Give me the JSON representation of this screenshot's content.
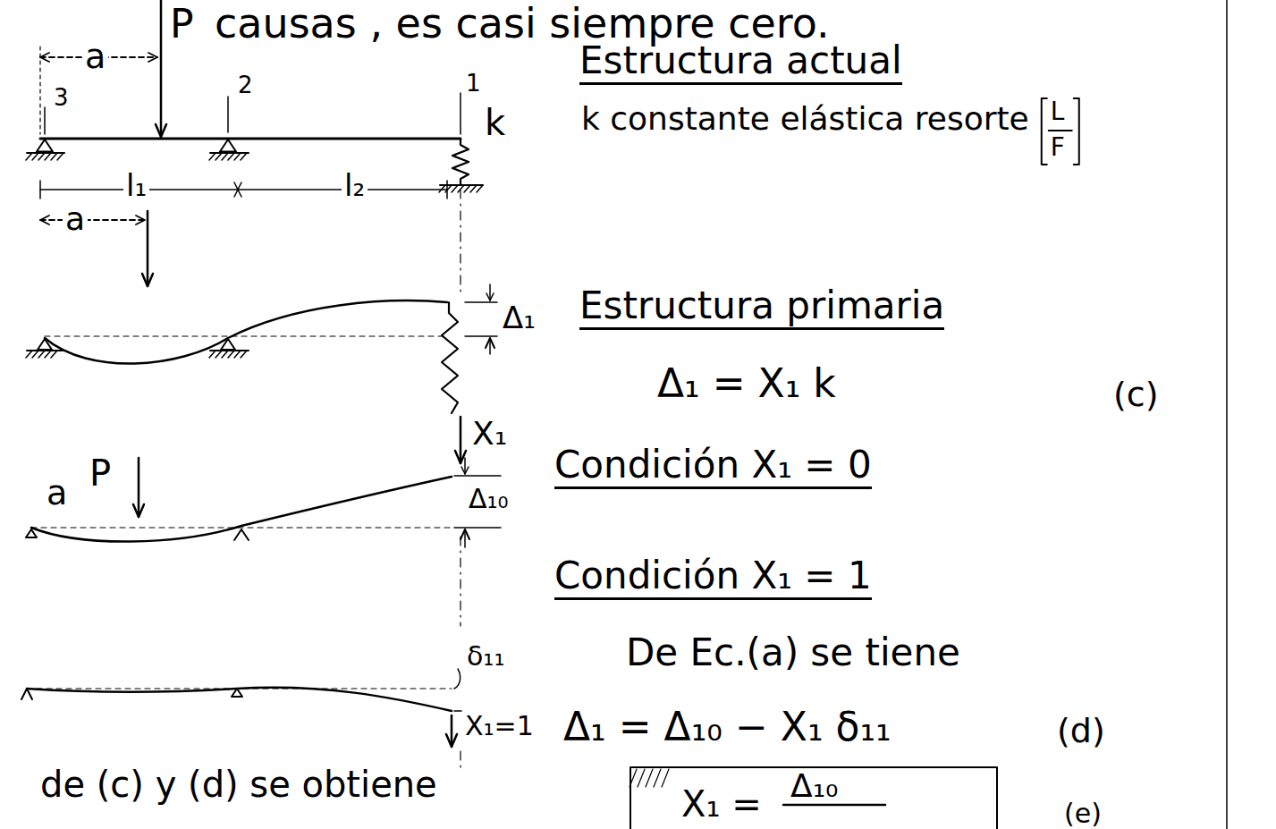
{
  "diagram": {
    "labels": [
      "P",
      "causas , es casi siempre cero.",
      "a",
      "3",
      "2",
      "1",
      "k",
      "Estructura actual",
      "k constante elástica resorte",
      "L",
      "F",
      "l₁",
      "l₂",
      "a",
      "Δ₁",
      "Estructura primaria",
      "Δ₁ = X₁ k",
      "(c)",
      "X₁",
      "a",
      "P",
      "Δ₁₀",
      "Condición X₁ = 0",
      "Condición X₁ = 1",
      "De Ec.(a) se tiene",
      "δ₁₁",
      "X₁=1",
      "Δ₁ = Δ₁₀ − X₁ δ₁₁",
      "(d)",
      "de (c) y (d) se obtiene",
      "X₁ =",
      "Δ₁₀",
      "(e)"
    ]
  }
}
